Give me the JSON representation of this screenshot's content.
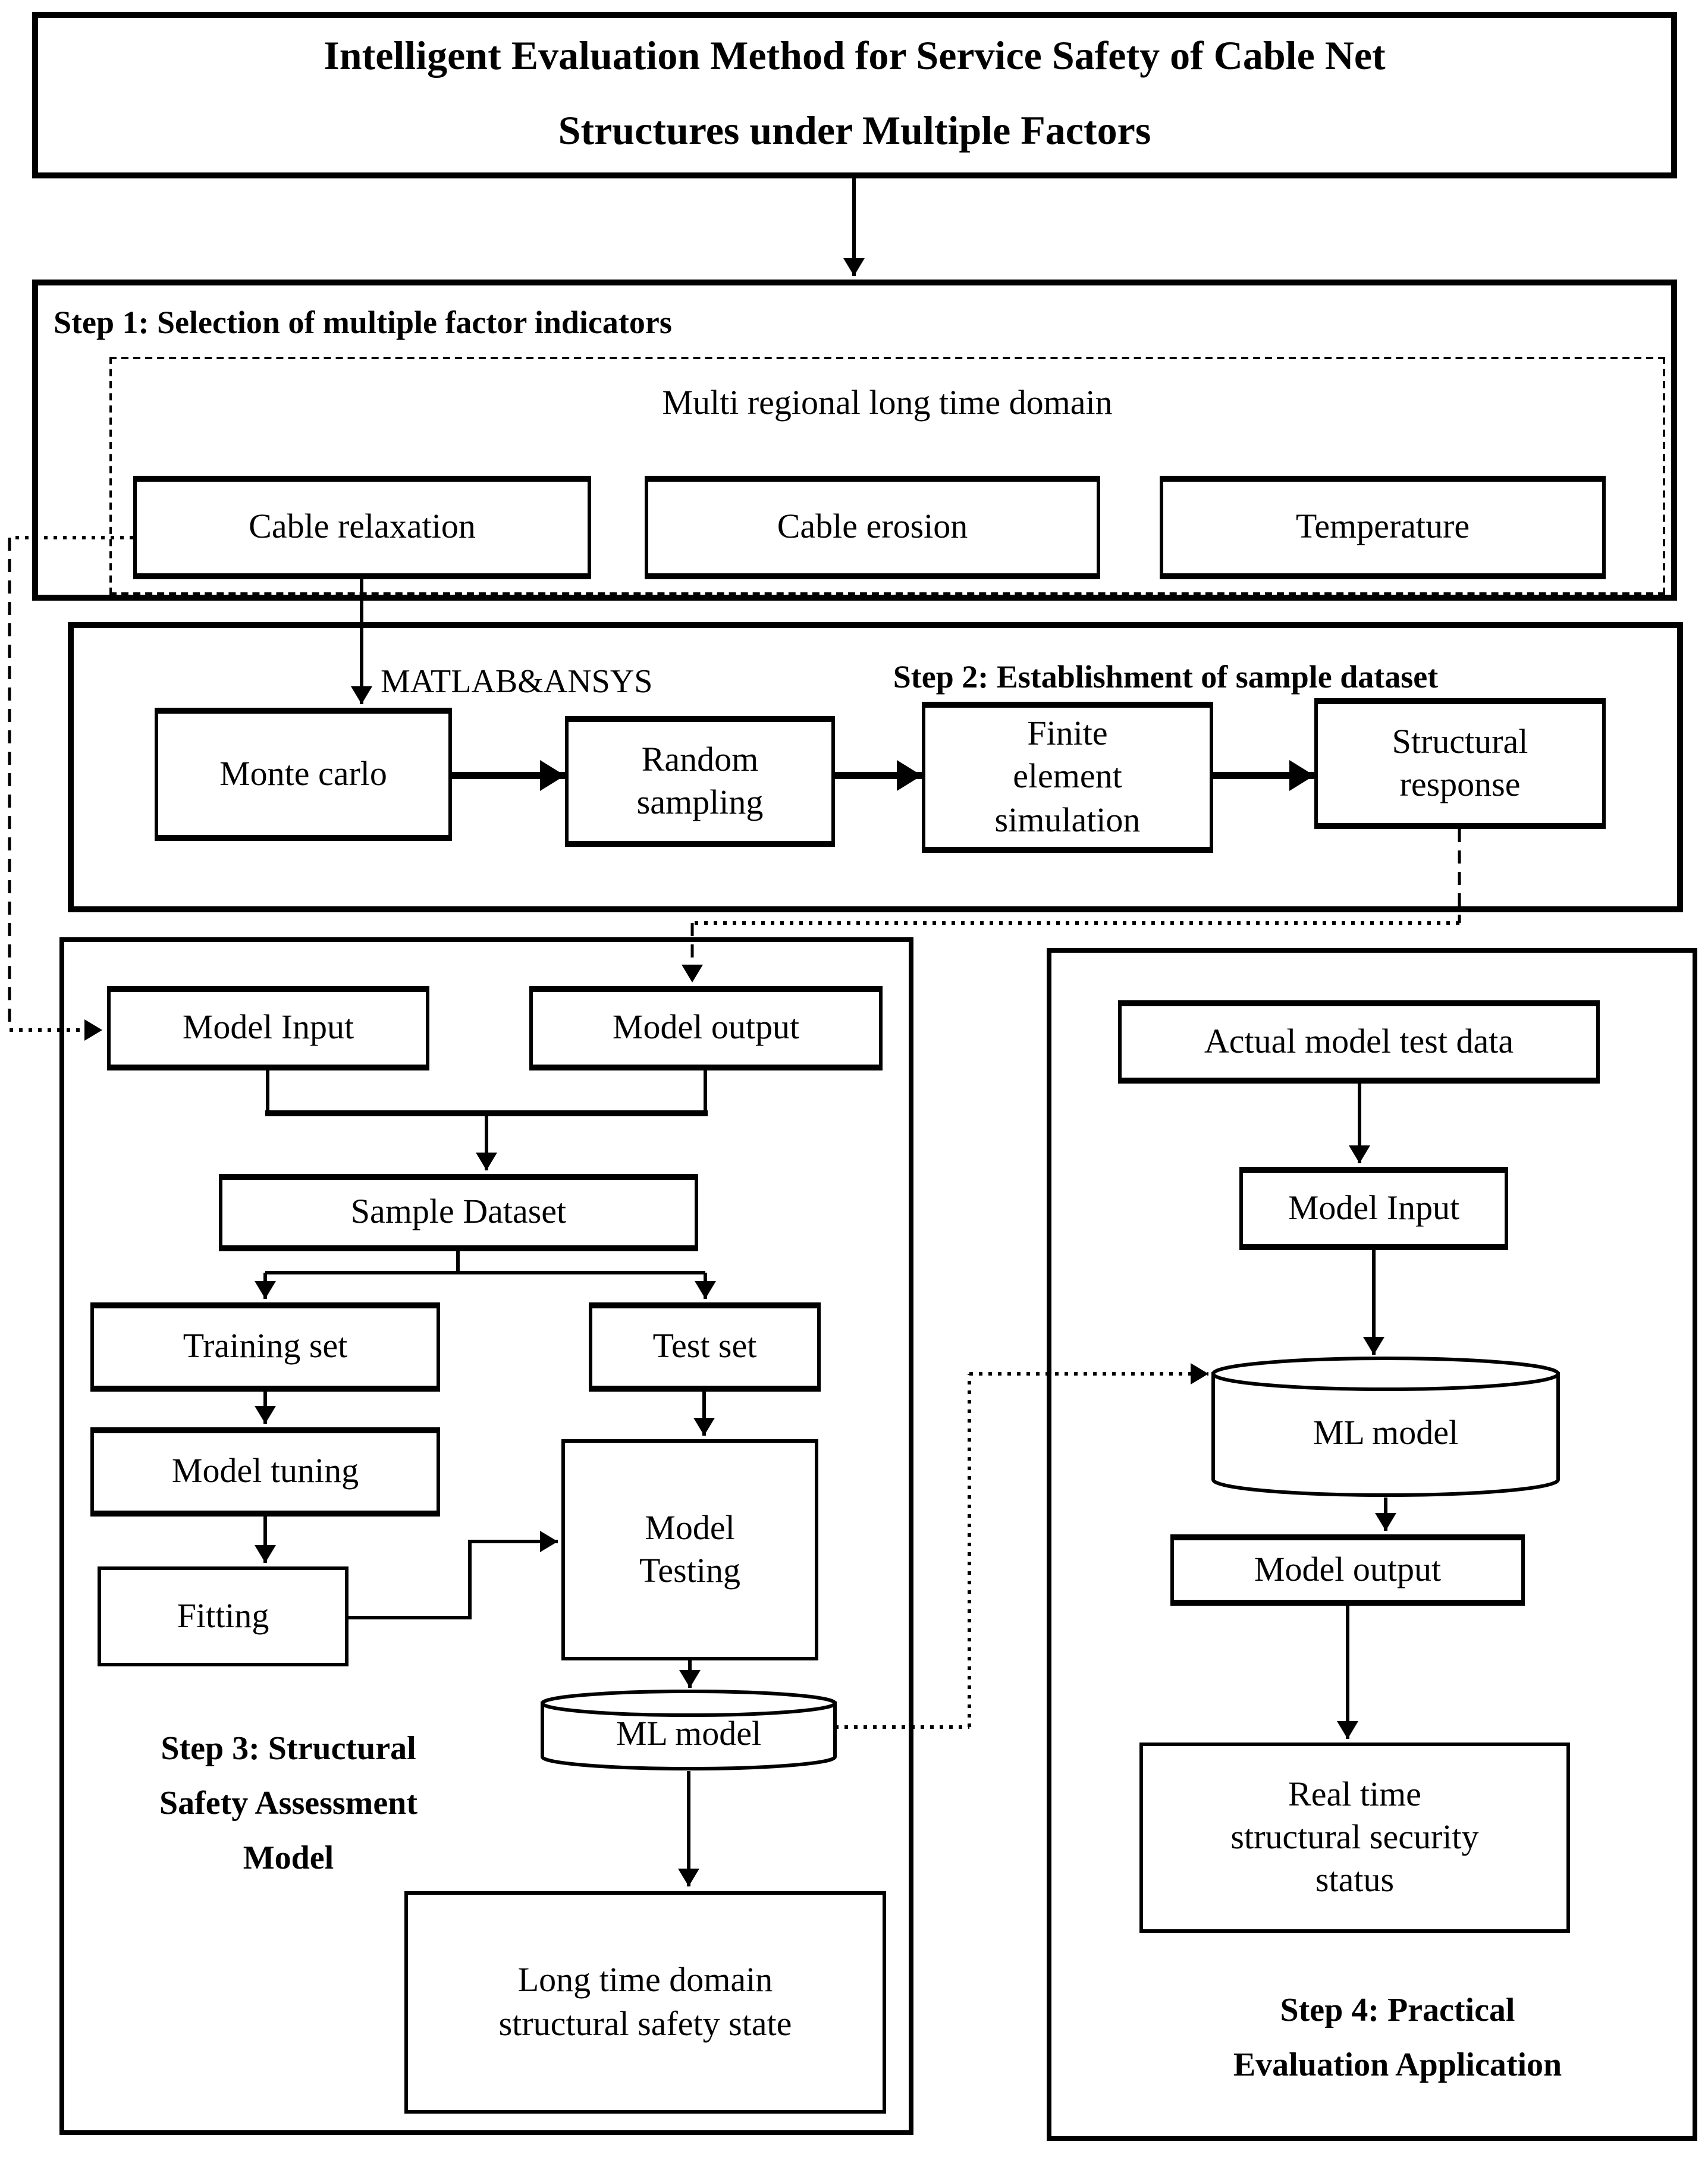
{
  "title": {
    "text": "Intelligent Evaluation Method for Service Safety of Cable Net\nStructures under Multiple Factors"
  },
  "step1": {
    "label": "Step 1: Selection of multiple factor indicators",
    "group_label": "Multi regional long time domain",
    "factors": [
      {
        "label": "Cable relaxation"
      },
      {
        "label": "Cable erosion"
      },
      {
        "label": "Temperature"
      }
    ]
  },
  "step2": {
    "label": "Step 2: Establishment of sample dataset",
    "tool_label": "MATLAB&ANSYS",
    "nodes": {
      "monte_carlo": "Monte carlo",
      "random_sampling": "Random\nsampling",
      "finite_element": "Finite\nelement\nsimulation",
      "structural_response": "Structural\nresponse"
    }
  },
  "step3": {
    "label": "Step 3: Structural\nSafety Assessment\nModel",
    "nodes": {
      "model_input": "Model Input",
      "model_output": "Model output",
      "sample_dataset": "Sample Dataset",
      "training_set": "Training set",
      "test_set": "Test set",
      "model_tuning": "Model tuning",
      "fitting": "Fitting",
      "model_testing": "Model\nTesting",
      "ml_model": "ML model",
      "long_time_state": "Long time domain\nstructural safety state"
    }
  },
  "step4": {
    "label": "Step 4: Practical\nEvaluation Application",
    "nodes": {
      "actual_data": "Actual model test data",
      "model_input": "Model Input",
      "ml_model": "ML model",
      "model_output": "Model output",
      "real_time_status": "Real time\nstructural security\nstatus"
    }
  },
  "colors": {
    "ink": "#000000",
    "paper": "#ffffff"
  }
}
